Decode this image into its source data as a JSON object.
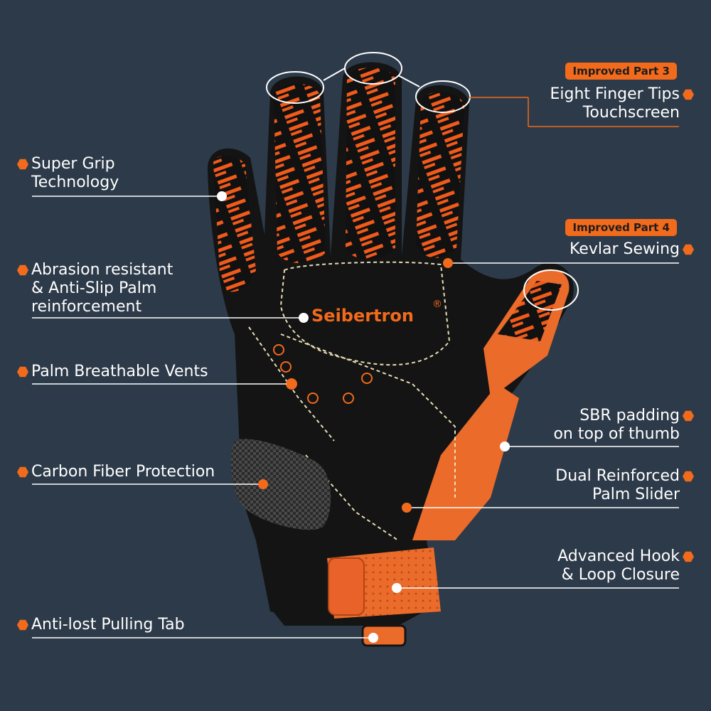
{
  "colors": {
    "background": "#2d3a49",
    "accent": "#f26a1b",
    "glove_black": "#141414",
    "stitch": "#e8dcb5"
  },
  "brand": "Seibertron",
  "brand_mark": "®",
  "badges": {
    "part3": "Improved Part 3",
    "part4": "Improved Part 4"
  },
  "features_left": [
    {
      "line1": "Super Grip",
      "line2": "Technology"
    },
    {
      "line1": "Abrasion resistant",
      "line2": "& Anti-Slip Palm",
      "line3": "reinforcement"
    },
    {
      "line1": "Palm Breathable Vents"
    },
    {
      "line1": "Carbon Fiber Protection"
    },
    {
      "line1": "Anti-lost Pulling Tab"
    }
  ],
  "features_right": [
    {
      "line1": "Eight Finger Tips",
      "line2": "Touchscreen"
    },
    {
      "line1": "Kevlar Sewing"
    },
    {
      "line1": "SBR padding",
      "line2": "on top of thumb"
    },
    {
      "line1": "Dual Reinforced",
      "line2": "Palm Slider"
    },
    {
      "line1": "Advanced Hook",
      "line2": "& Loop Closure"
    }
  ],
  "icons": {
    "bullet": "hexagon-bullet-icon",
    "pointer": "pointer-dot-icon"
  }
}
